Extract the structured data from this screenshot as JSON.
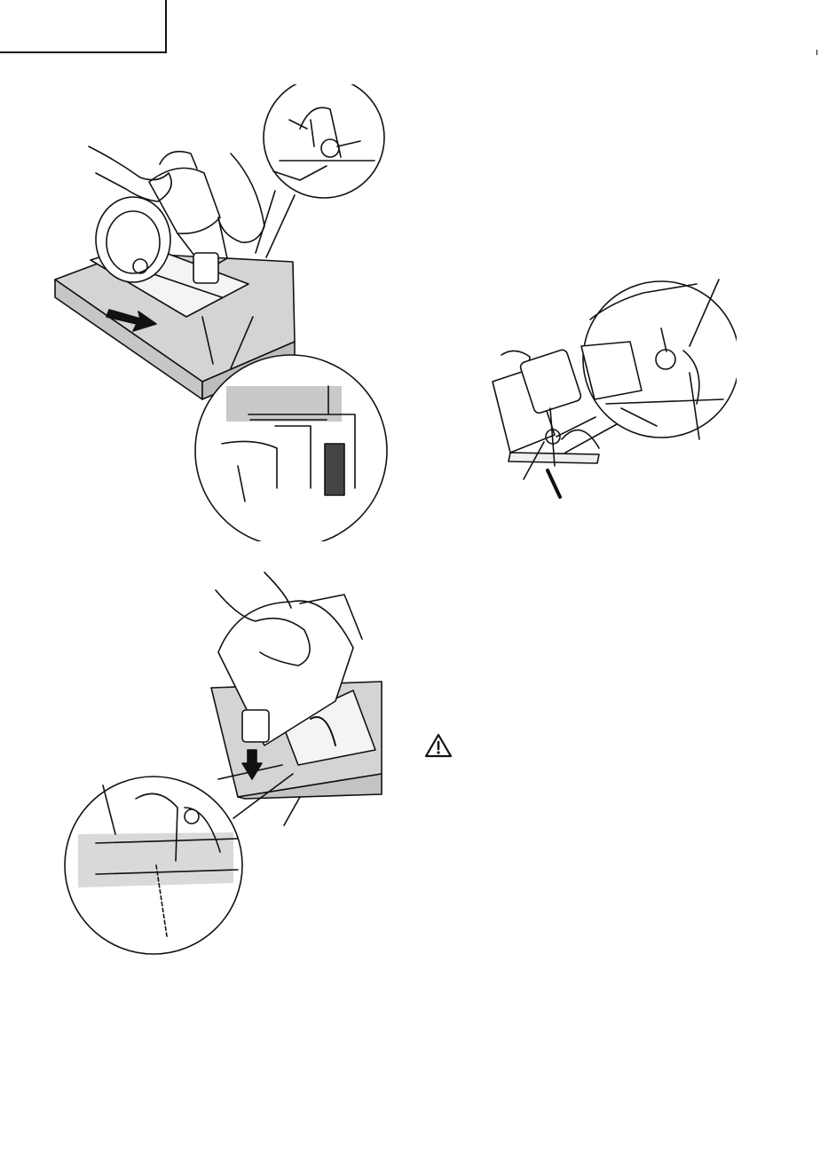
{
  "page": {
    "header_tab": "",
    "warning_icon": "warning-triangle-icon"
  },
  "figures": [
    {
      "id": "fig-saw-guide-cut",
      "icon": "circular-saw-straight-cut-illustration"
    },
    {
      "id": "fig-saw-bevel-adjust",
      "icon": "circular-saw-bevel-adjust-illustration"
    },
    {
      "id": "fig-saw-bevel-cut",
      "icon": "circular-saw-bevel-cut-illustration"
    }
  ]
}
